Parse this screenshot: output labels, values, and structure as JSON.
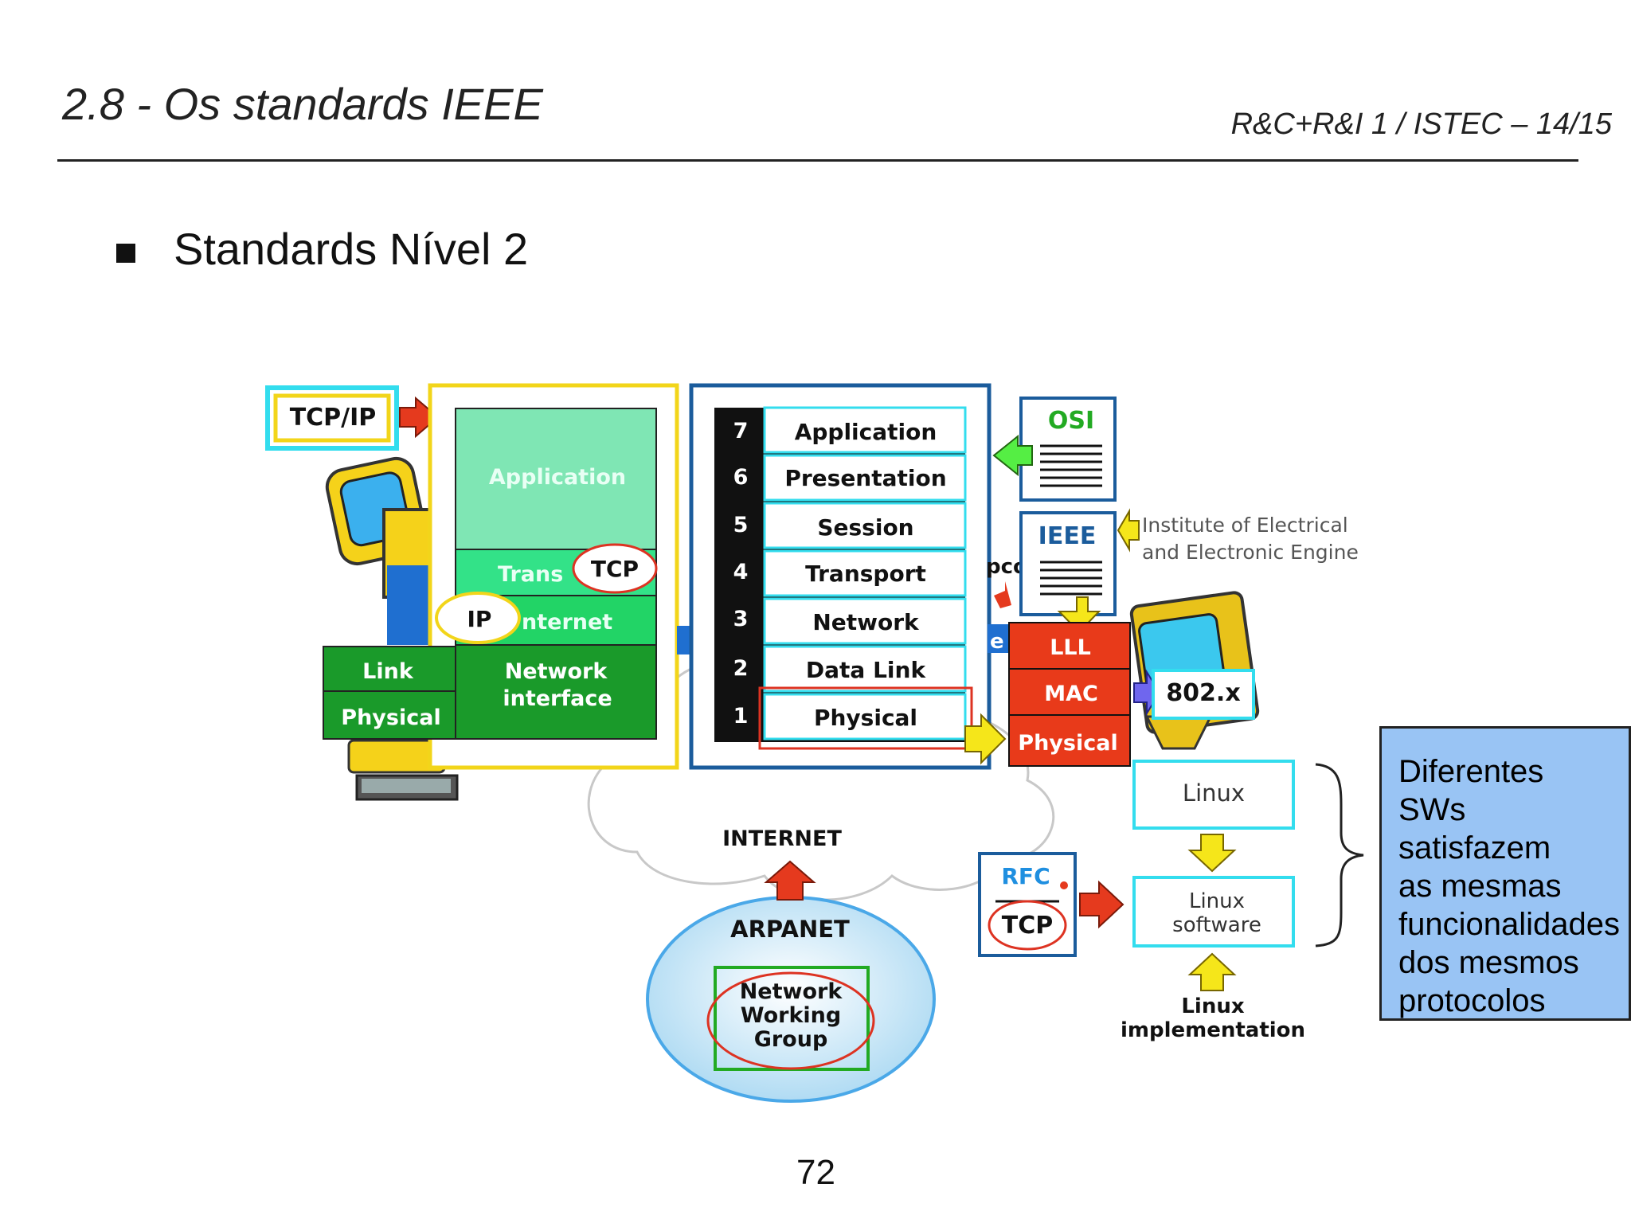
{
  "slide": {
    "title": "2.8 - Os standards IEEE",
    "course": "R&C+R&I 1 / ISTEC – 14/15",
    "bullet": "Standards Nível 2",
    "page_number": "72"
  },
  "note": {
    "lines": [
      "Diferentes",
      "SWs",
      "satisfazem",
      "as mesmas",
      "funcionalidades",
      "dos mesmos",
      "protocolos"
    ]
  },
  "diagram": {
    "tcpip_label": "TCP/IP",
    "tcpip_stack": {
      "application": "Application",
      "transport": "Trans",
      "internet": "nternet",
      "network_interface_1": "Network",
      "network_interface_2": "interface",
      "link": "Link",
      "physical": "Physical",
      "tcp_bubble": "TCP",
      "ip_bubble": "IP"
    },
    "osi_layers": [
      {
        "num": "7",
        "name": "Application"
      },
      {
        "num": "6",
        "name": "Presentation"
      },
      {
        "num": "5",
        "name": "Session"
      },
      {
        "num": "4",
        "name": "Transport"
      },
      {
        "num": "3",
        "name": "Network"
      },
      {
        "num": "2",
        "name": "Data Link"
      },
      {
        "num": "1",
        "name": "Physical"
      }
    ],
    "osi_doc_label": "OSI",
    "ieee_doc_label": "IEEE",
    "ieee_caption_1": "Institute of Electrical",
    "ieee_caption_2": "and Electronic Engine",
    "ieee_stack": {
      "lll": "LLL",
      "mac": "MAC",
      "physical": "Physical"
    },
    "label_802": "802.x",
    "internet_label": "INTERNET",
    "arpanet_label": "ARPANET",
    "nwg_1": "Network",
    "nwg_2": "Working",
    "nwg_3": "Group",
    "rfc_label": "RFC",
    "rfc_tcp": "TCP",
    "linux_label": "Linux",
    "linux_sw_1": "Linux",
    "linux_sw_2": "software",
    "linux_impl_1": "Linux",
    "linux_impl_2": "implementation",
    "partial_pco": "pco",
    "partial_e": "e",
    "colors": {
      "cyan_border": "#33ddee",
      "mint": "#7fe6b4",
      "green": "#22d466",
      "dark_green": "#1a9a2a",
      "red_stack": "#e83a1a",
      "navy_border": "#1b5c9c",
      "yellow_arrow": "#f5e61a",
      "red_arrow": "#e53a1e",
      "green_arrow": "#55ee44",
      "blue_arrow": "#6f66ee"
    }
  }
}
